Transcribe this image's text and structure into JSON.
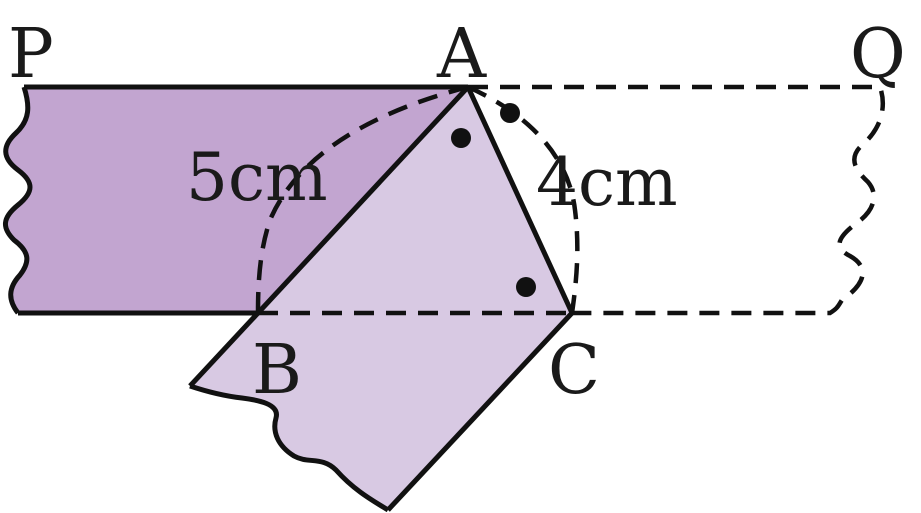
{
  "points": {
    "P": "P",
    "A": "A",
    "Q": "Q",
    "B": "B",
    "C": "C"
  },
  "measurements": {
    "AB": "5cm",
    "AC": "4cm"
  },
  "colors": {
    "strip_dark": "#c2a5d0",
    "strip_light": "#d8c9e3",
    "stroke": "#111111"
  }
}
